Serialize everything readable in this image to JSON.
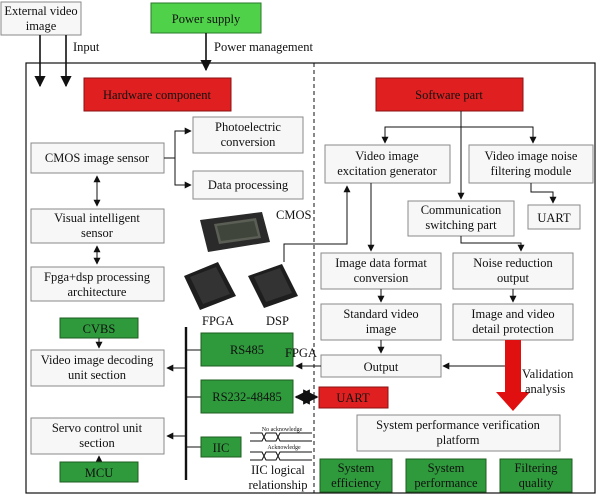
{
  "colors": {
    "red": "#e02020",
    "green": "#2e9a3c",
    "power_green": "#4fd24a",
    "box": "#f7f7f7",
    "big_arrow": "#e01010"
  },
  "top": {
    "external": [
      "External video",
      "image"
    ],
    "input": "Input",
    "power_supply": "Power supply",
    "power_management": "Power management"
  },
  "hardware": {
    "title": "Hardware component",
    "cmos_sensor": "CMOS image sensor",
    "photoelectric": [
      "Photoelectric",
      "conversion"
    ],
    "data_processing": "Data processing",
    "visual_sensor": [
      "Visual intelligent",
      "sensor"
    ],
    "fpga_dsp": [
      "Fpga+dsp processing",
      "architecture"
    ],
    "cmos_label": "CMOS",
    "fpga_label": "FPGA",
    "dsp_label": "DSP",
    "cvbs": "CVBS",
    "decoding": [
      "Video image decoding",
      "unit section"
    ],
    "servo": [
      "Servo control unit",
      "section"
    ],
    "mcu": "MCU",
    "rs485": "RS485",
    "rs232": "RS232-48485",
    "iic": "IIC",
    "iic_logical": [
      "IIC logical",
      "relationship"
    ],
    "no_ack": "No acknowledge",
    "ack": "Acknowledge"
  },
  "software": {
    "title": "Software part",
    "excitation": [
      "Video image",
      "excitation generator"
    ],
    "noise_filter": [
      "Video image noise",
      "filtering module"
    ],
    "uart_top": "UART",
    "comm_switch": [
      "Communication",
      "switching part"
    ],
    "format_conv": [
      "Image data format",
      "conversion"
    ],
    "noise_output": [
      "Noise reduction",
      "output"
    ],
    "standard_video": [
      "Standard video",
      "image"
    ],
    "detail_protect": [
      "Image and video",
      "detail protection"
    ],
    "fpga_label": "FPGA",
    "output": "Output",
    "validation": [
      "Validation",
      "analysis"
    ],
    "uart_mid": "UART",
    "verification": [
      "System performance verification",
      "platform"
    ],
    "efficiency": [
      "System",
      "efficiency"
    ],
    "performance": [
      "System",
      "performance"
    ],
    "filtering": [
      "Filtering",
      "quality"
    ]
  }
}
